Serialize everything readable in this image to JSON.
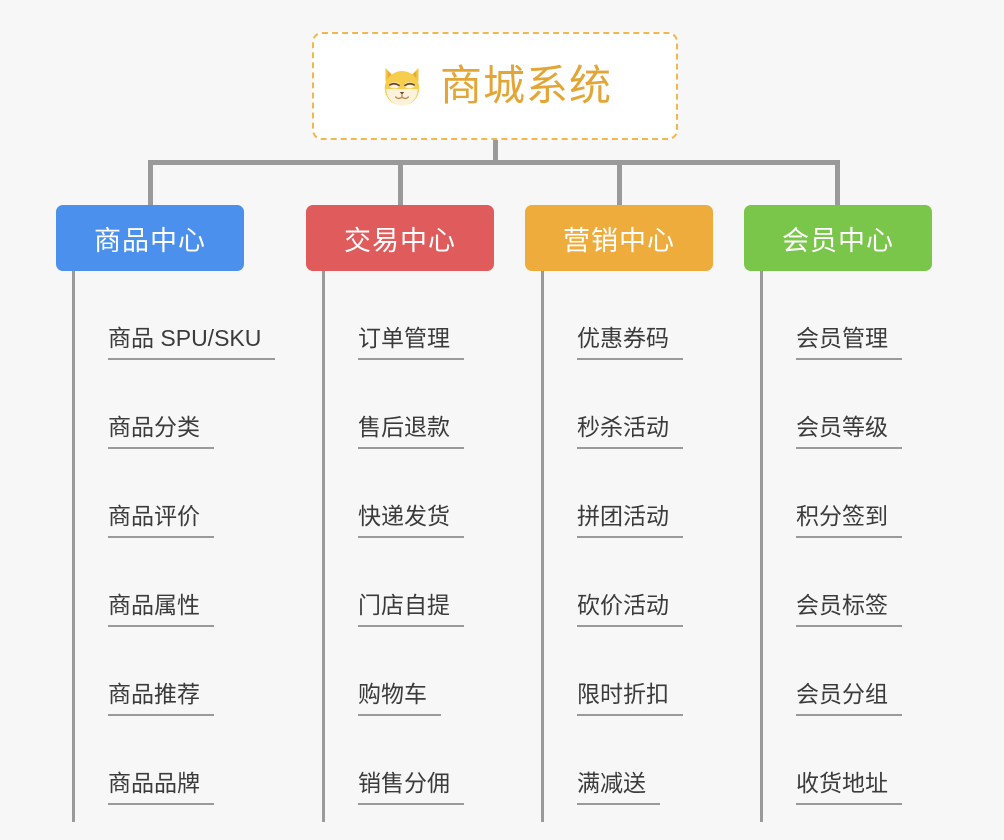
{
  "page": {
    "background_color": "#f7f7f7",
    "line_color": "#9a9a9a"
  },
  "root": {
    "title": "商城系统",
    "icon": "shiba-dog-face-icon",
    "border_color": "#f2b84b",
    "title_color": "#e3a636",
    "background_color": "#ffffff"
  },
  "columns": [
    {
      "header": "商品中心",
      "color": "#4a90ec",
      "items": [
        "商品 SPU/SKU",
        "商品分类",
        "商品评价",
        "商品属性",
        "商品推荐",
        "商品品牌"
      ]
    },
    {
      "header": "交易中心",
      "color": "#e05b5b",
      "items": [
        "订单管理",
        "售后退款",
        "快递发货",
        "门店自提",
        "购物车",
        "销售分佣"
      ]
    },
    {
      "header": "营销中心",
      "color": "#eeac3d",
      "items": [
        "优惠券码",
        "秒杀活动",
        "拼团活动",
        "砍价活动",
        "限时折扣",
        "满减送"
      ]
    },
    {
      "header": "会员中心",
      "color": "#79c64a",
      "items": [
        "会员管理",
        "会员等级",
        "积分签到",
        "会员标签",
        "会员分组",
        "收货地址"
      ]
    }
  ]
}
